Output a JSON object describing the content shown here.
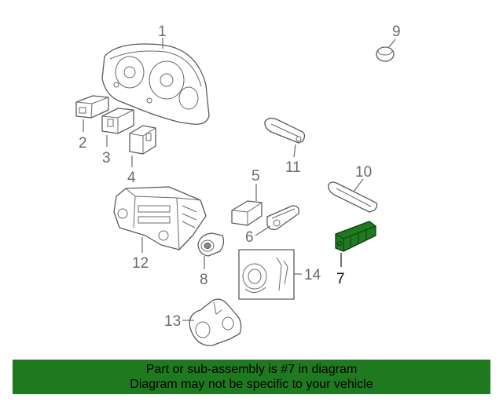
{
  "diagram": {
    "callouts": [
      {
        "id": "1",
        "label": "1"
      },
      {
        "id": "2",
        "label": "2"
      },
      {
        "id": "3",
        "label": "3"
      },
      {
        "id": "4",
        "label": "4"
      },
      {
        "id": "5",
        "label": "5"
      },
      {
        "id": "6",
        "label": "6"
      },
      {
        "id": "7",
        "label": "7"
      },
      {
        "id": "8",
        "label": "8"
      },
      {
        "id": "9",
        "label": "9"
      },
      {
        "id": "10",
        "label": "10"
      },
      {
        "id": "11",
        "label": "11"
      },
      {
        "id": "12",
        "label": "12"
      },
      {
        "id": "13",
        "label": "13"
      },
      {
        "id": "14",
        "label": "14"
      }
    ],
    "highlighted_part": "7",
    "highlight_color": "#1f7a1f"
  },
  "banner": {
    "line1": "Part or sub-assembly is #7 in diagram",
    "line2": "Diagram may not be specific to your vehicle",
    "background": "#1f7a1f"
  }
}
